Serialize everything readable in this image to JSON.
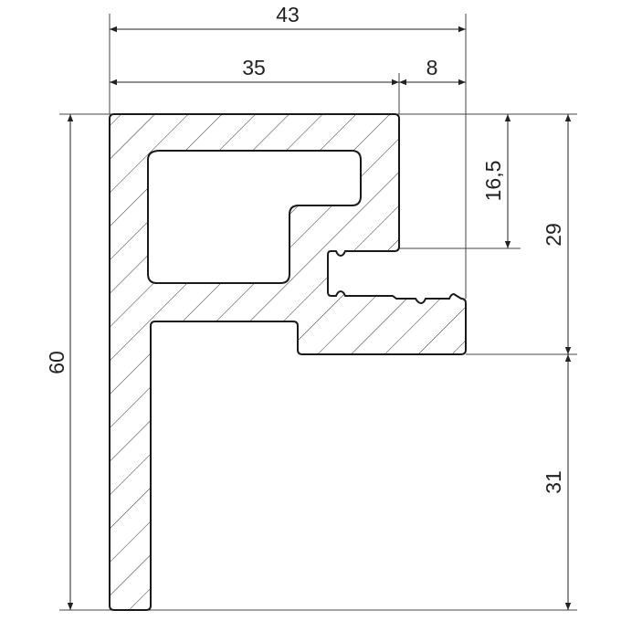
{
  "drawing": {
    "type": "profile cross-section",
    "colors": {
      "line": "#1a1a1a",
      "dim": "#333333",
      "background": "#ffffff"
    },
    "dimensions": {
      "overall_width": "43",
      "main_width": "35",
      "slot_width": "8",
      "overall_height": "60",
      "slot_top_height": "16,5",
      "upper_height": "29",
      "lower_height": "31"
    }
  }
}
